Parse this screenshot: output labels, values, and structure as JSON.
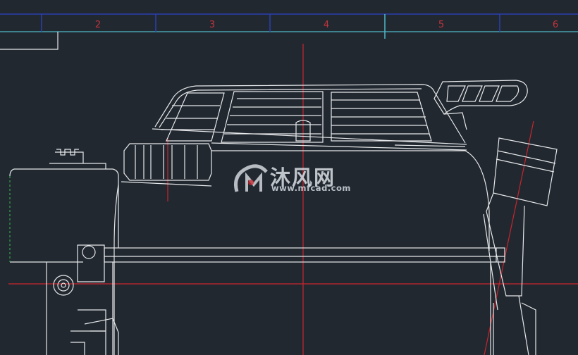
{
  "ruler": {
    "labels": [
      "2",
      "3",
      "4",
      "5",
      "6"
    ]
  },
  "watermark": {
    "brand_cn": "沐风网",
    "url": "www.mfcad.com",
    "logo_icon": "mfcad-logo-icon"
  },
  "colors": {
    "background": "#212830",
    "geometry": "#e6e8ea",
    "centerline": "#c9252d",
    "frame_blue": "#2a3fb0",
    "frame_cyan": "#4fb9c8",
    "hidden_green": "#2fa84a"
  }
}
